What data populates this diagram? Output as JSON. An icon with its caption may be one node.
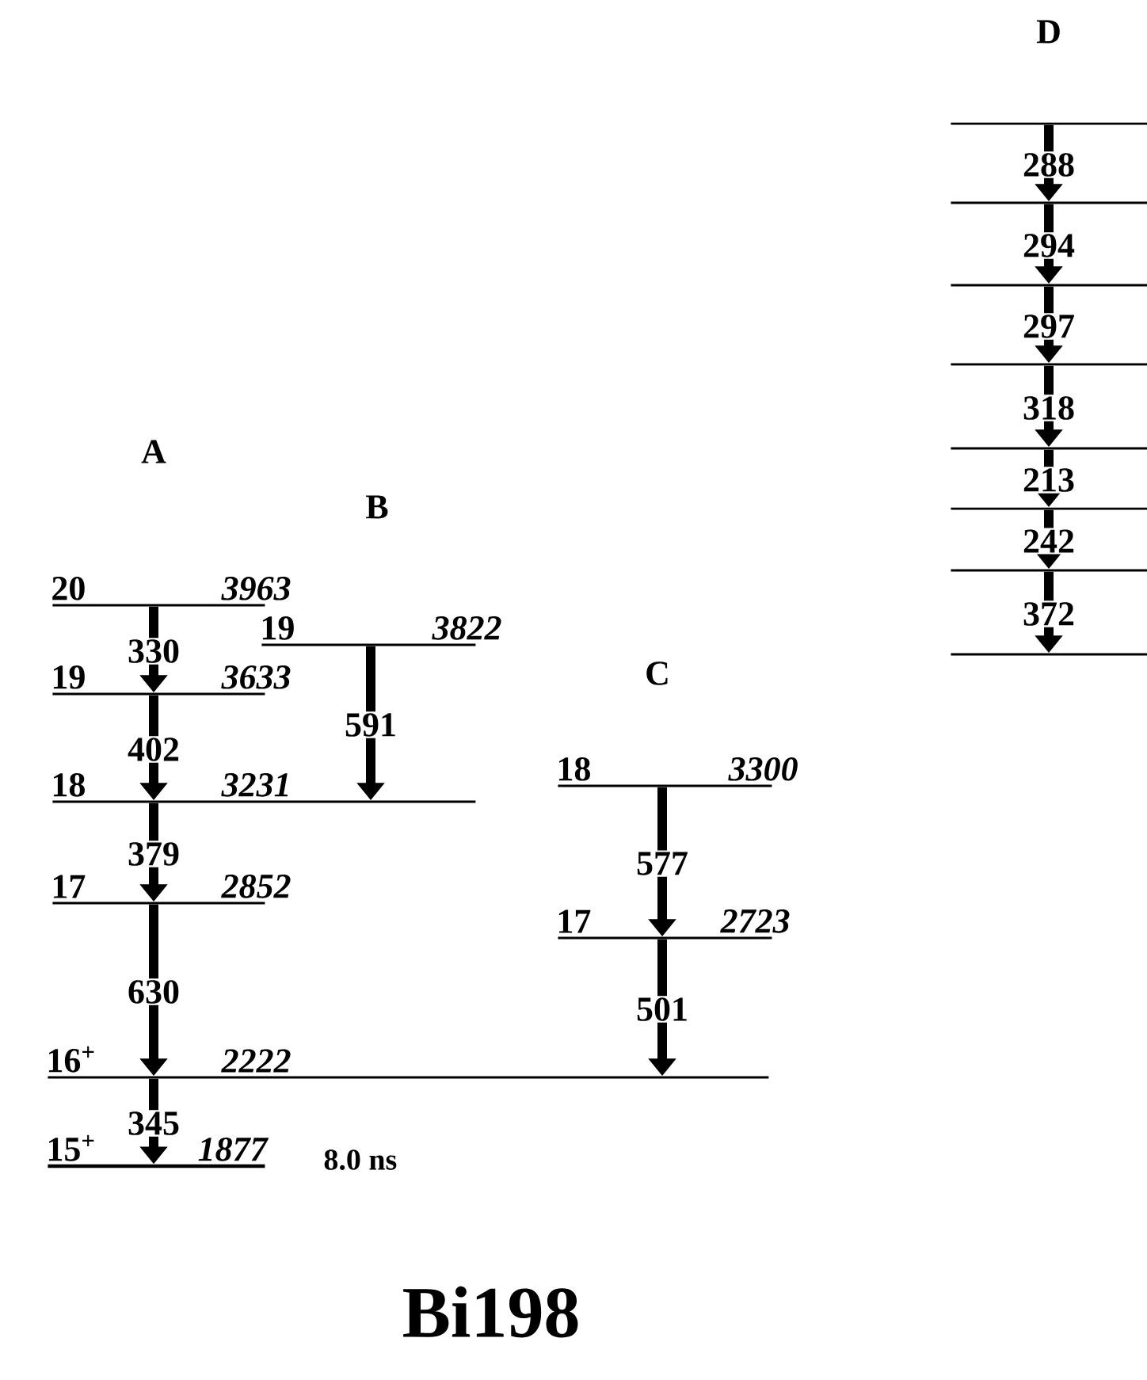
{
  "diagram": {
    "title": "Bi198",
    "nodes": [
      {
        "text": [
          "20",
          "3963"
        ]
      },
      {
        "text": [
          "19",
          "3822"
        ]
      },
      {
        "text": [
          "19",
          "3633"
        ]
      },
      {
        "text": [
          "18",
          "3231"
        ]
      },
      {
        "text": [
          "17",
          "2852"
        ]
      },
      {
        "text": [
          "16$^{+}$",
          "2222"
        ]
      },
      {
        "text": [
          "15$^{+}$",
          "1877"
        ],
        "beside": [
          "8.0 ns"
        ]
      },
      {
        "text": [
          "18",
          "3300"
        ]
      },
      {
        "text": [
          "17",
          "2723"
        ]
      },
      {
        "text": [],
        "shape": "bar"
      },
      {
        "text": [],
        "shape": "bar"
      },
      {
        "text": [],
        "shape": "bar"
      },
      {
        "text": [],
        "shape": "bar"
      },
      {
        "text": [],
        "shape": "bar"
      },
      {
        "text": [],
        "shape": "bar"
      },
      {
        "text": [],
        "shape": "bar"
      },
      {
        "text": [],
        "shape": "bar"
      }
    ],
    "edges": [
      {
        "from": 0,
        "to": 2,
        "arrow": "to",
        "label": "330"
      },
      {
        "from": 2,
        "to": 3,
        "arrow": "to",
        "label": "402"
      },
      {
        "from": 1,
        "to": 3,
        "arrow": "to",
        "label": "591"
      },
      {
        "from": 3,
        "to": 4,
        "arrow": "to",
        "label": "379"
      },
      {
        "from": 4,
        "to": 5,
        "arrow": "to",
        "label": "630"
      },
      {
        "from": 5,
        "to": 6,
        "arrow": "to",
        "label": "345"
      },
      {
        "from": 7,
        "to": 8,
        "arrow": "to",
        "label": "577"
      },
      {
        "from": 8,
        "to": 5,
        "arrow": "to",
        "label": "501"
      },
      {
        "from": 9,
        "to": 10,
        "arrow": "to",
        "label": "288"
      },
      {
        "from": 10,
        "to": 11,
        "arrow": "to",
        "label": "294"
      },
      {
        "from": 11,
        "to": 12,
        "arrow": "to",
        "label": "297"
      },
      {
        "from": 12,
        "to": 13,
        "arrow": "to",
        "label": "318"
      },
      {
        "from": 13,
        "to": 14,
        "arrow": "to",
        "label": "213"
      },
      {
        "from": 14,
        "to": 15,
        "arrow": "to",
        "label": "242"
      },
      {
        "from": 15,
        "to": 16,
        "arrow": "to",
        "label": "372"
      }
    ],
    "labels": [
      "A",
      "B",
      "C",
      "D"
    ]
  }
}
